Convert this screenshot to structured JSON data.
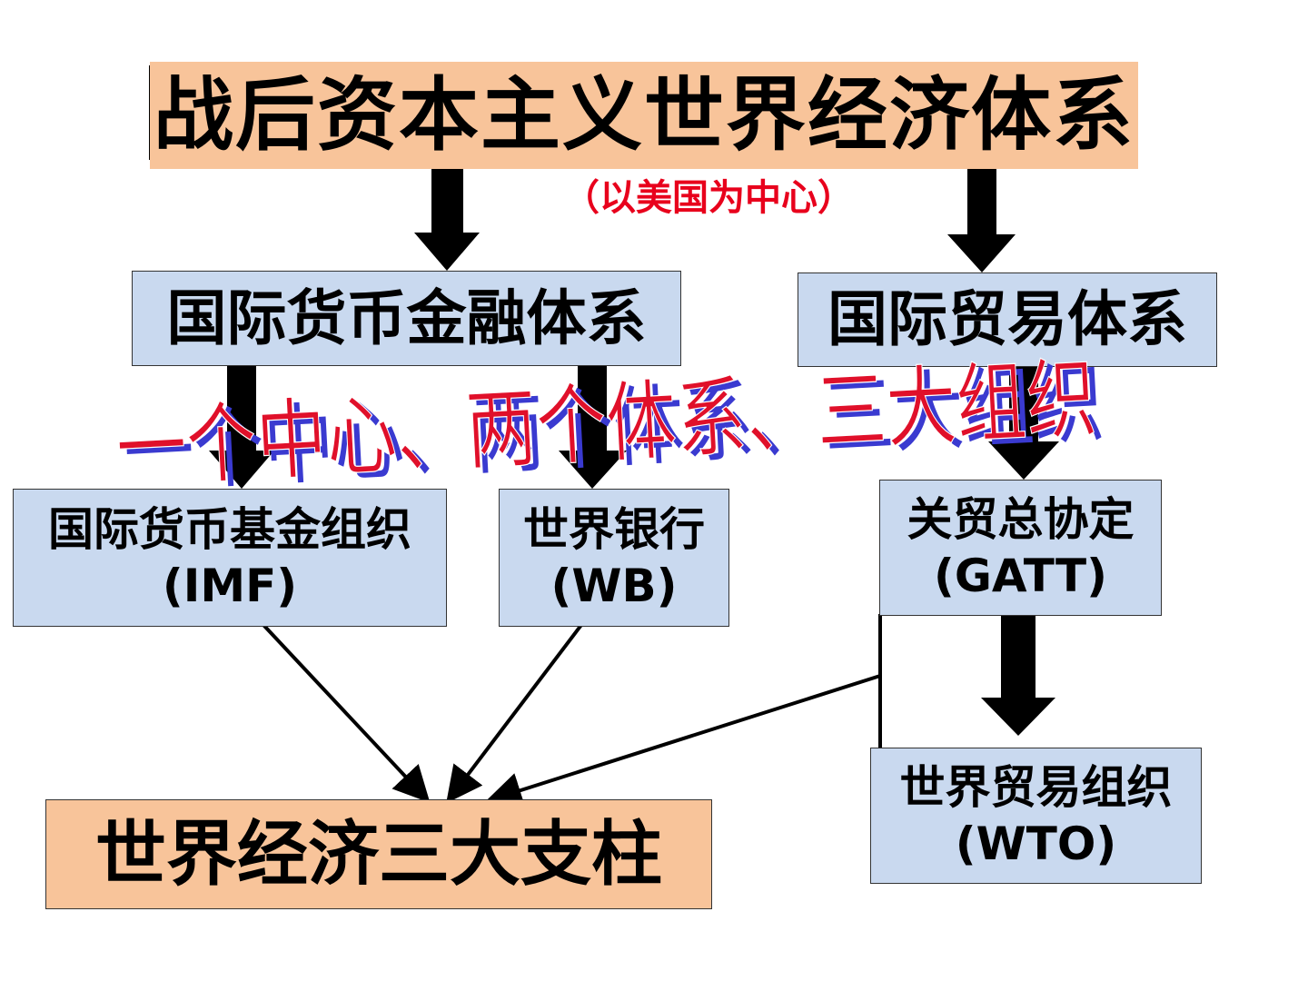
{
  "title": "战后资本主义世界经济体系",
  "subtitle": "（以美国为中心）",
  "systems": {
    "finance": "国际货币金融体系",
    "trade": "国际贸易体系"
  },
  "organizations": {
    "imf_name": "国际货币基金组织",
    "imf_abbr": "(IMF)",
    "wb_name": "世界银行",
    "wb_abbr": "(WB)",
    "gatt_name": "关贸总协定",
    "gatt_abbr": "(GATT)",
    "wto_name": "世界贸易组织",
    "wto_abbr": "(WTO)"
  },
  "summary": "世界经济三大支柱",
  "overlay_text": "一个中心、两个体系、三大组织",
  "colors": {
    "orange_box": "#f8c49a",
    "blue_box": "#c9d9ef",
    "subtitle_red": "#e8001c",
    "overlay_red": "#e0102a",
    "overlay_shadow": "#3a3ad0"
  }
}
